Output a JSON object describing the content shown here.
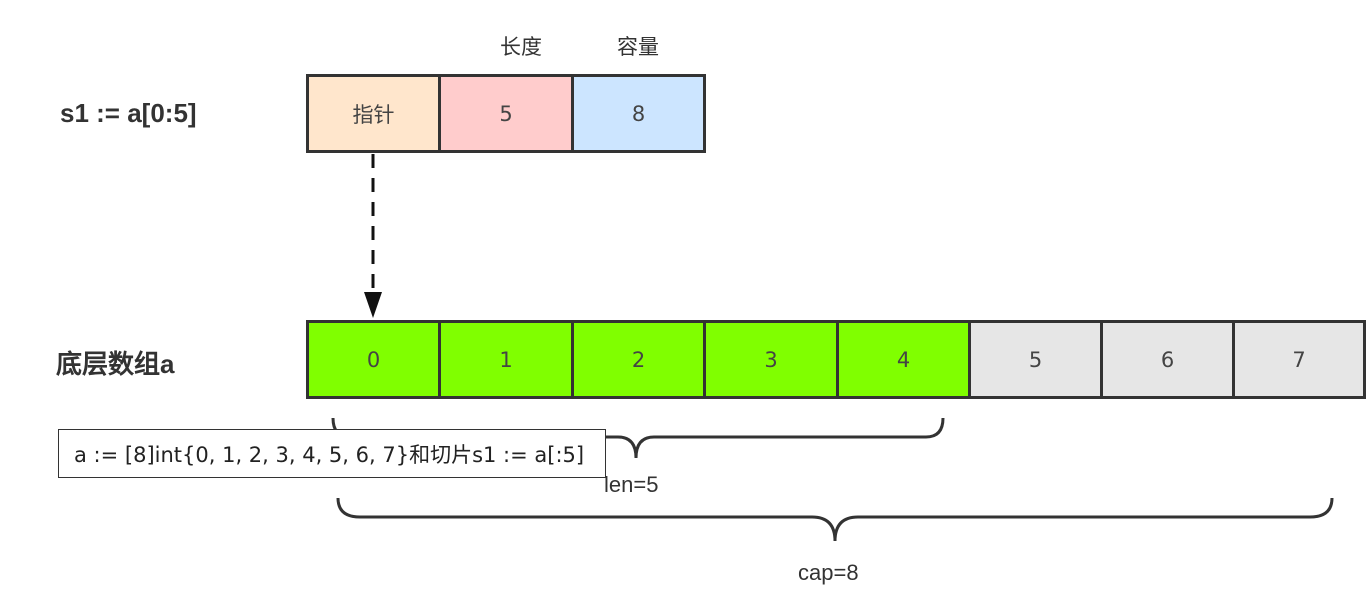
{
  "slice_label": "s1 := a[0:5]",
  "array_label": "底层数组a",
  "slice_header": {
    "column_labels": [
      "",
      "长度",
      "容量"
    ],
    "cells": [
      {
        "text": "指针",
        "color": "#ffe6cc"
      },
      {
        "text": "5",
        "color": "#ffcccc"
      },
      {
        "text": "8",
        "color": "#cce5ff"
      }
    ]
  },
  "array_cells": [
    {
      "text": "0",
      "color": "#80ff00"
    },
    {
      "text": "1",
      "color": "#80ff00"
    },
    {
      "text": "2",
      "color": "#80ff00"
    },
    {
      "text": "3",
      "color": "#80ff00"
    },
    {
      "text": "4",
      "color": "#80ff00"
    },
    {
      "text": "5",
      "color": "#e6e6e6"
    },
    {
      "text": "6",
      "color": "#e6e6e6"
    },
    {
      "text": "7",
      "color": "#e6e6e6"
    }
  ],
  "len_label": "len=5",
  "cap_label": "cap=8",
  "caption": "a := [8]int{0, 1, 2, 3, 4, 5, 6, 7}和切片s1 := a[:5]"
}
